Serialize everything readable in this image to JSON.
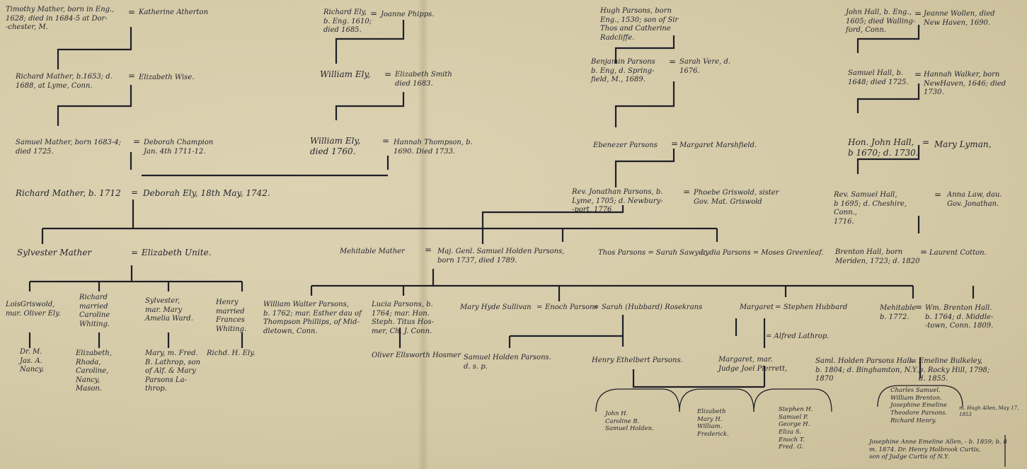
{
  "col1": {
    "timothy": "Timothy Mather, born in Eng.,\n1628; died in 1684-5 at Dor-\n-chester, M.",
    "eq1": "=",
    "katherine": "Katherine Atherton",
    "richard": "Richard Mather, b.1653; d.\n1688, at Lyme, Conn.",
    "eq2": "=",
    "elizabeth_wise": "Elizabeth Wise.",
    "samuel": "Samuel Mather, born 1683-4;\ndied 1725.",
    "eq3": "=",
    "deborah_champion": "Deborah Champion\nJan. 4th 1711-12."
  },
  "col2": {
    "richard_ely": "Richard Ely,\nb. Eng. 1610;\ndied 1685.",
    "eq1": "=",
    "joanne": "Joanne Phipps.",
    "william_ely1": "William Ely,",
    "eq2": "=",
    "elizabeth_smith": "Elizabeth Smith\ndied 1683.",
    "william_ely2": "William Ely,\ndied 1760.",
    "eq3": "=",
    "hannah": "Hannah Thompson, b.\n1690. Died 1733."
  },
  "center": {
    "richard_mather": "Richard Mather, b. 1712",
    "eq": "=",
    "deborah_ely": "Deborah Ely, 18th May, 1742."
  },
  "col3": {
    "hugh": "Hugh Parsons, born\nEng., 1530; son of Sir\nThos and Catherine\nRadcliffe.",
    "benjamin": "Benjamin Parsons\nb. Eng, d. Spring-\nfield, M., 1689.",
    "eq1": "=",
    "sarah_vere": "Sarah Vere, d.\n1676.",
    "ebenezer": "Ebenezer Parsons",
    "eq2": "=",
    "margaret_marshfield": "Margaret Marshfield.",
    "jonathan": "Rev. Jonathan Parsons, b.\nLyme, 1705; d. Newbury-\n-port, 1776",
    "eq3": "=",
    "phoebe": "Phoebe Griswold, sister\nGov. Mat. Griswold"
  },
  "col4": {
    "john_hall": "John Hall, b. Eng.,\n1605; died Walling-\nford, Conn.",
    "eq1": "=",
    "jeanne": "Jeanne Wollen, died\nNew Haven, 1690.",
    "samuel_hall": "Samuel Hall, b.\n1648; died 1725.",
    "eq2": "=",
    "hannah_walker": "Hannah Walker, born\nNewHaven, 1646; died\n1730.",
    "hon_john": "Hon. John Hall,\nb 1670; d. 1730.",
    "eq3": "=",
    "mary_lyman": "Mary Lyman,",
    "rev_samuel": "Rev. Samuel Hall,\nb 1695; d. Cheshire, Conn.,\n1716.",
    "eq4": "=",
    "anna_law": "Anna Law, dau.\nGov. Jonathan.",
    "brenton": "Brenton Hall, born\nMeriden, 1723; d. 1820",
    "eq5": "=",
    "laurent": "Laurent Cotton."
  },
  "gen2": {
    "sylvester": "Sylvester Mather",
    "eq": "=",
    "elizabeth_unite": "Elizabeth Unite.",
    "mehitable": "Mehitable Mather",
    "eq2": "=",
    "samuel_holden": "Maj. Genl. Samuel Holden Parsons,\nborn 1737, died 1789.",
    "thos": "Thos Parsons = Sarah Sawyer.",
    "lydia": "Lydia Parsons = Moses Greenleaf."
  },
  "mather_children": {
    "loisgriswold": "LoisGriswold,\nmar. Oliver Ely.",
    "richard": "Richard\nmarried\nCaroline\nWhiting.",
    "sylvester": "Sylvester,\nmar. Mary\nAmelia Ward.",
    "henry": "Henry\nmarried\nFrances\nWhiting.",
    "gc1": "Dr. M.\nJas. A.\nNancy.",
    "gc2": "Elizabeth,\nRhoda,\nCaroline,\nNancy,\nMason.",
    "gc3": "Mary, m. Fred.\nB. Lathrop, son\nof Alf. & Mary\nParsons La-\nthrop.",
    "gc4": "Richd. H. Ely."
  },
  "parsons_children": {
    "william": "William Walter Parsons,\nb. 1762; mar. Esther dau of\nThompson Phillips, of Mid-\ndletown, Conn.",
    "lucia": "Lucia Parsons, b.\n1764; mar. Hon.\nSteph. Titus Hos-\nmer, Ch. J. Conn.",
    "oliver": "Oliver Ellsworth Hosmer",
    "mary_hyde": "Mary Hyde Sullivan",
    "eq1": "=",
    "enoch": "Enoch Parsons",
    "eq2": "=",
    "sarah_hubbard": "Sarah (Hubbard) Rosekrans",
    "margaret": "Margaret",
    "eq3": "=",
    "stephen": "Stephen Hubbard",
    "mehitable2": "Mehitable\nb. 1772.",
    "eq4": "=",
    "wm_brenton": "Wm. Brenton Hall.\nb. 1764; d. Middle-\n-town, Conn. 1809.",
    "samuel_holden2": "Samuel Holden Parsons.\nd. s. p.",
    "henry_ethelbert": "Henry Ethelbert Parsons.",
    "alfred": "= Alfred Lathrop.",
    "margaret2": "Margaret, mar.\nJudge Joel Pierrett,",
    "saml_holden_hall": "Saml. Holden Parsons Hall.\nb. 1804; d. Binghamton, N.Y.,\n1870",
    "eq5": "=",
    "emeline": "Emeline Bulkeley,\nb. Rocky Hill, 1798;\nd. 1855."
  },
  "gen5": {
    "g1": "John H.\nCaroline B.\nSamuel Holden.",
    "g2": "Elizabeth\nMary H.\nWilliam.\nFrederick.",
    "g3": "Stephen H.\nSamuel P.\nGeorge H.\nEliza S.\nEnoch T.\nFred. G.",
    "g4": "Charles Samuel.\nWilliam Brenton.\nJosephine Emeline\nTheodore Parsons.\nRichard Henry.",
    "g4_note": "m. Hugh Allen, May 17, 1853",
    "josephine": "Josephine Anne Emeline Allen, - b. 1859; b. 8\nm. 1874. Dr. Henry Holbrook Curtis,\nson of Judge Curtis of N.Y."
  }
}
